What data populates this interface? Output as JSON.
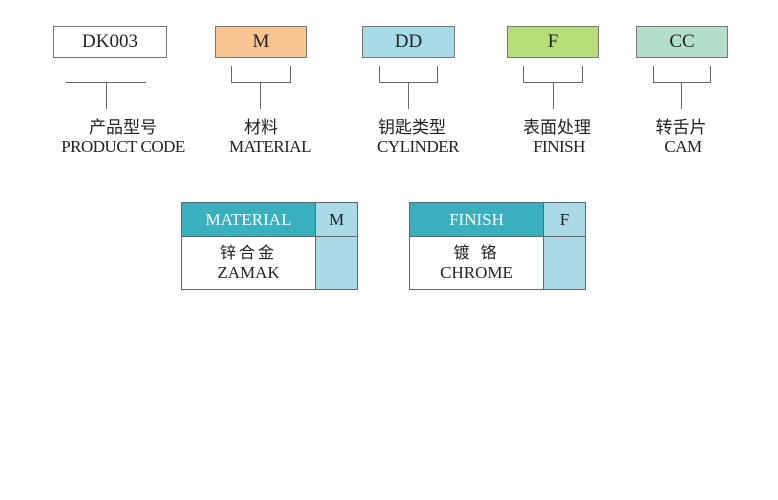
{
  "codes": [
    {
      "value": "DK003",
      "color": "#ffffff",
      "label_cn": "产品型号",
      "label_en": "PRODUCT CODE"
    },
    {
      "value": "M",
      "color": "#f7c492",
      "label_cn": "材料",
      "label_en": "MATERIAL"
    },
    {
      "value": "DD",
      "color": "#a8dbe8",
      "label_cn": "钥匙类型",
      "label_en": "CYLINDER"
    },
    {
      "value": "F",
      "color": "#b5dd78",
      "label_cn": "表面处理",
      "label_en": "FINISH"
    },
    {
      "value": "CC",
      "color": "#b3dfca",
      "label_cn": "转舌片",
      "label_en": "CAM"
    }
  ],
  "tables": [
    {
      "header": "MATERIAL",
      "code": "M",
      "value_cn": "锌合金",
      "value_en": "ZAMAK"
    },
    {
      "header": "FINISH",
      "code": "F",
      "value_cn": "镀 铬",
      "value_en": "CHROME"
    }
  ],
  "colors": {
    "header": "#3aafbe",
    "code_column": "#a9dae6"
  }
}
